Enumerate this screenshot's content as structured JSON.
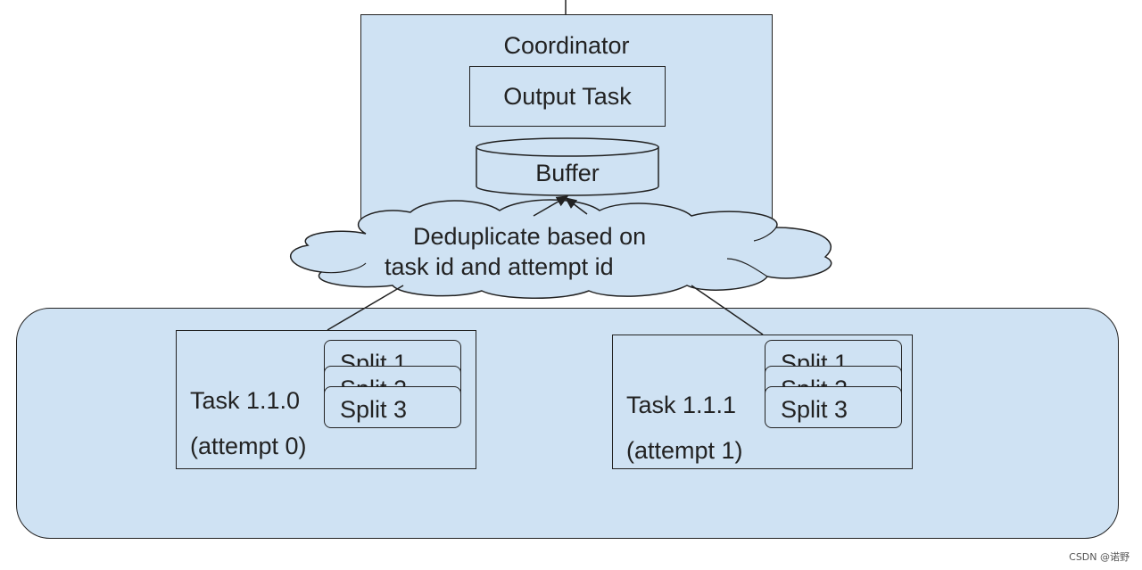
{
  "coordinator": {
    "title": "Coordinator"
  },
  "output_task": {
    "label": "Output Task"
  },
  "buffer": {
    "label": "Buffer"
  },
  "dedup_cloud": {
    "line1": "Deduplicate based on",
    "line2": "task id and attempt id"
  },
  "tasks": [
    {
      "name": "Task 1.1.0",
      "attempt": "(attempt 0)",
      "splits": [
        "Split 1",
        "Split 2",
        "Split 3"
      ]
    },
    {
      "name": "Task 1.1.1",
      "attempt": "(attempt 1)",
      "splits": [
        "Split 1",
        "Split 2",
        "Split 3"
      ]
    }
  ],
  "watermark": "CSDN @诺野",
  "colors": {
    "fill": "#cfe2f3",
    "stroke": "#222222"
  }
}
